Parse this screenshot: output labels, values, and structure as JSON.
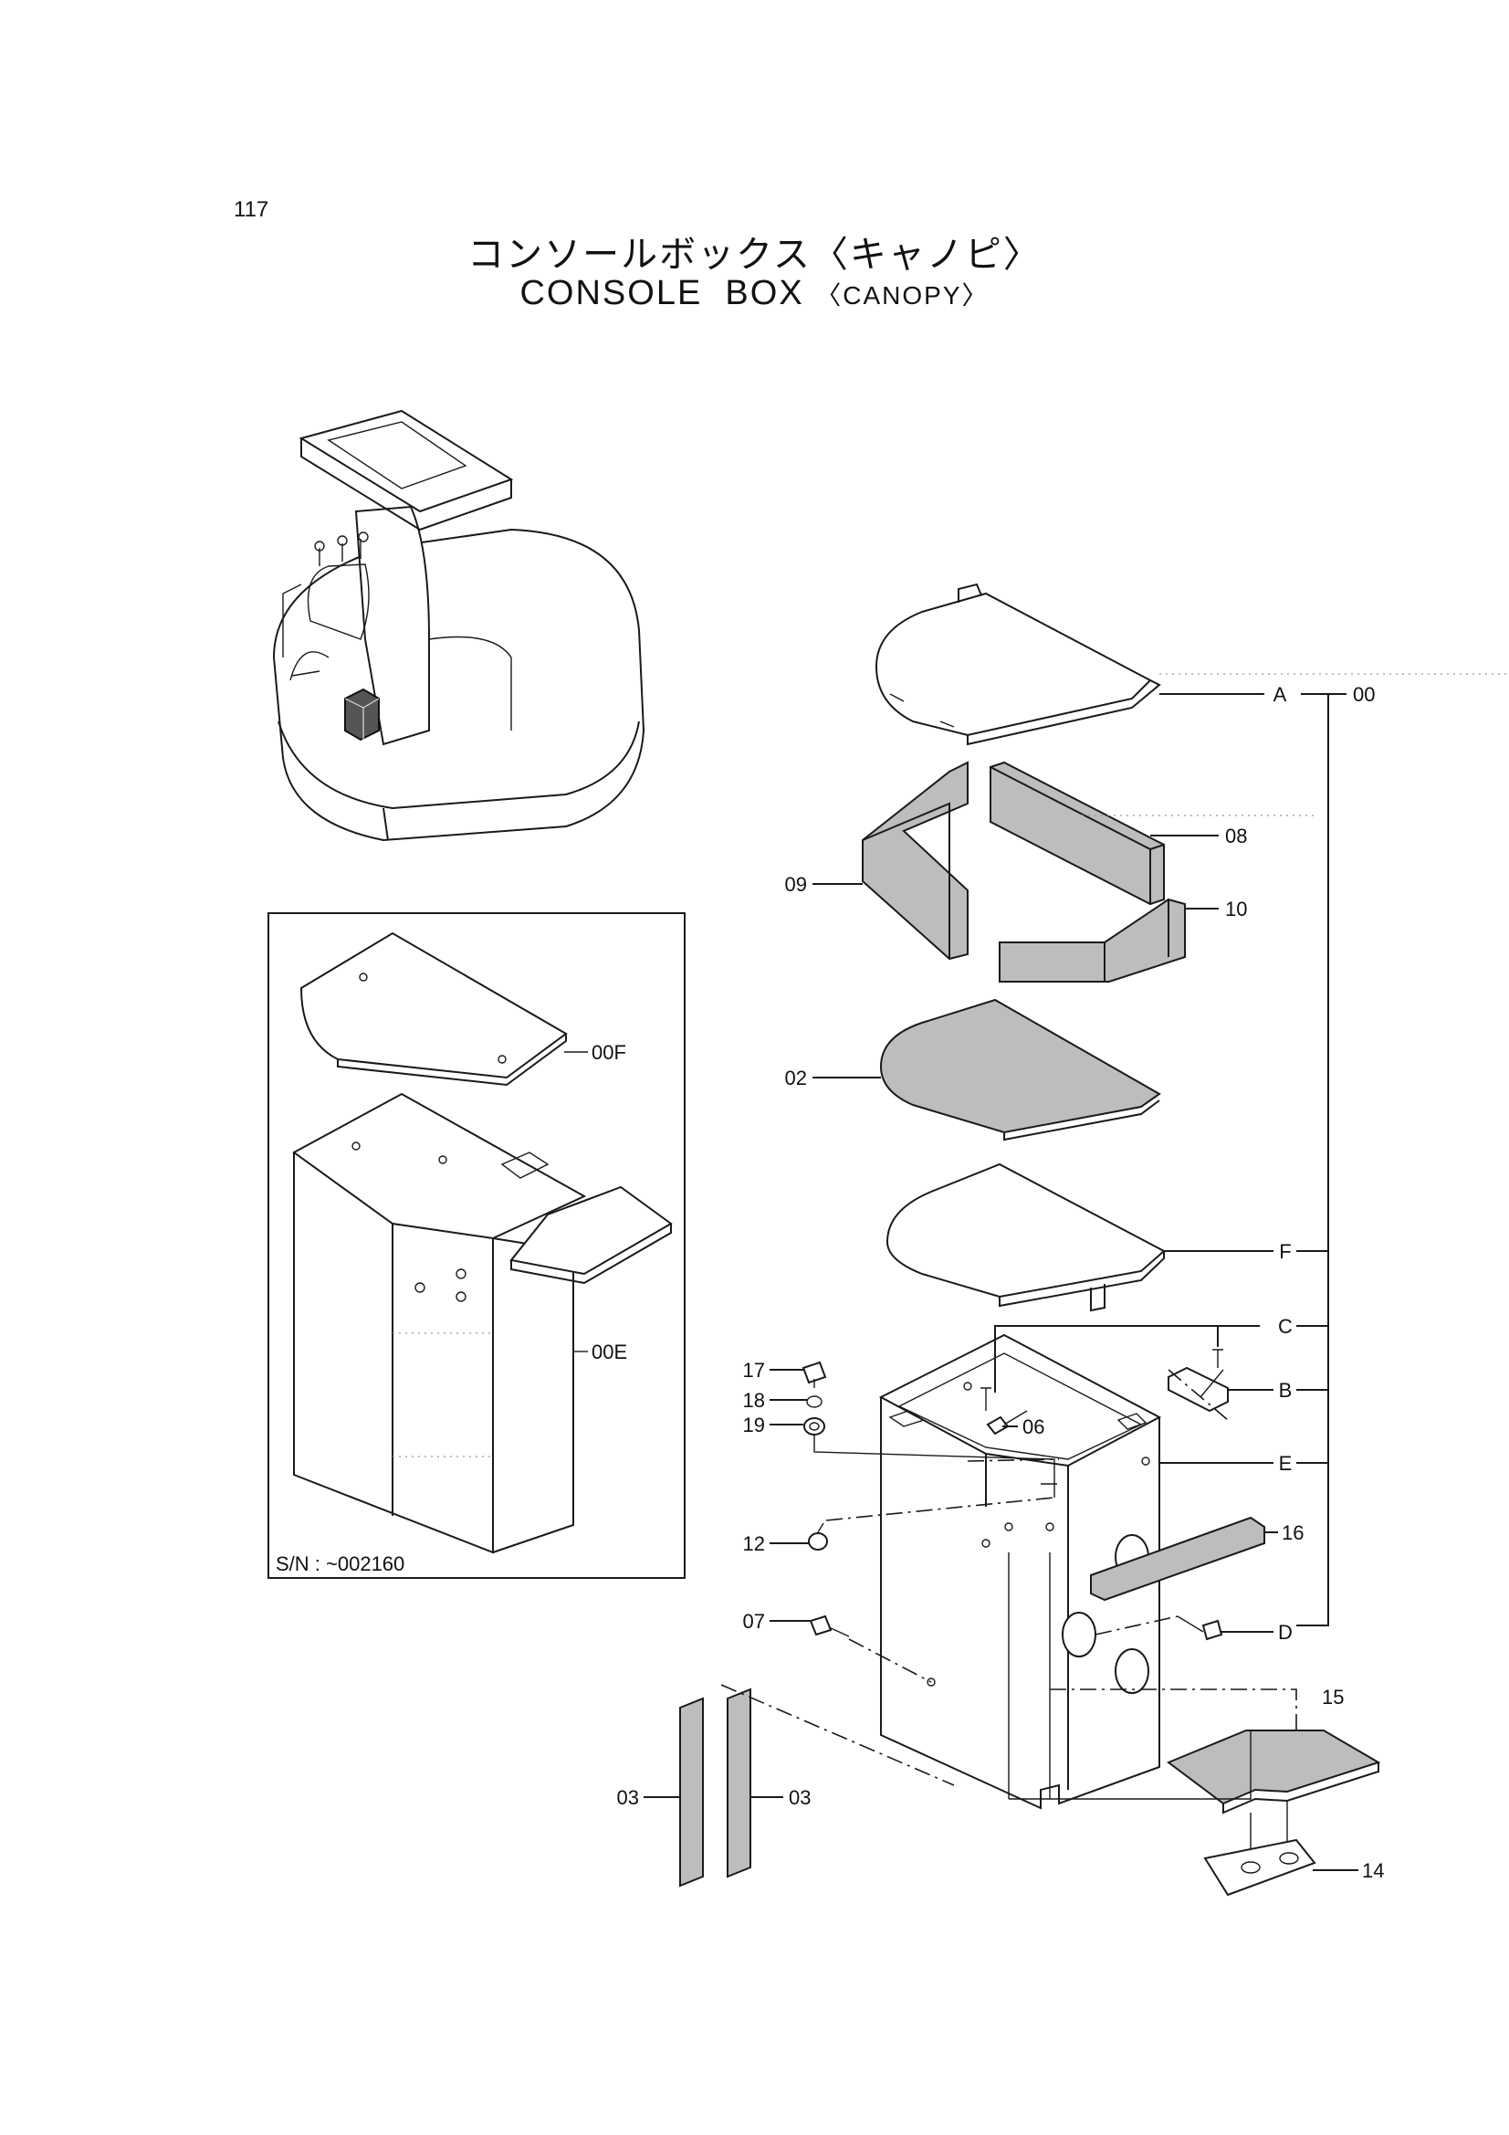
{
  "page_number": "117",
  "title_jp": "コンソールボックス〈キャノピ〉",
  "title_en_main": "CONSOLE  BOX",
  "title_en_sub": "〈CANOPY〉",
  "serial_note": "S/N : ~002160",
  "callouts": {
    "c00": "00",
    "cA": "A",
    "cB": "B",
    "cC": "C",
    "cD": "D",
    "cE": "E",
    "cF": "F",
    "c02": "02",
    "c03_left": "03",
    "c03_right": "03",
    "c06": "06",
    "c07": "07",
    "c08": "08",
    "c09": "09",
    "c10": "10",
    "c12": "12",
    "c14": "14",
    "c15": "15",
    "c16": "16",
    "c17": "17",
    "c18": "18",
    "c19": "19",
    "c00F": "00F",
    "c00E": "00E"
  }
}
